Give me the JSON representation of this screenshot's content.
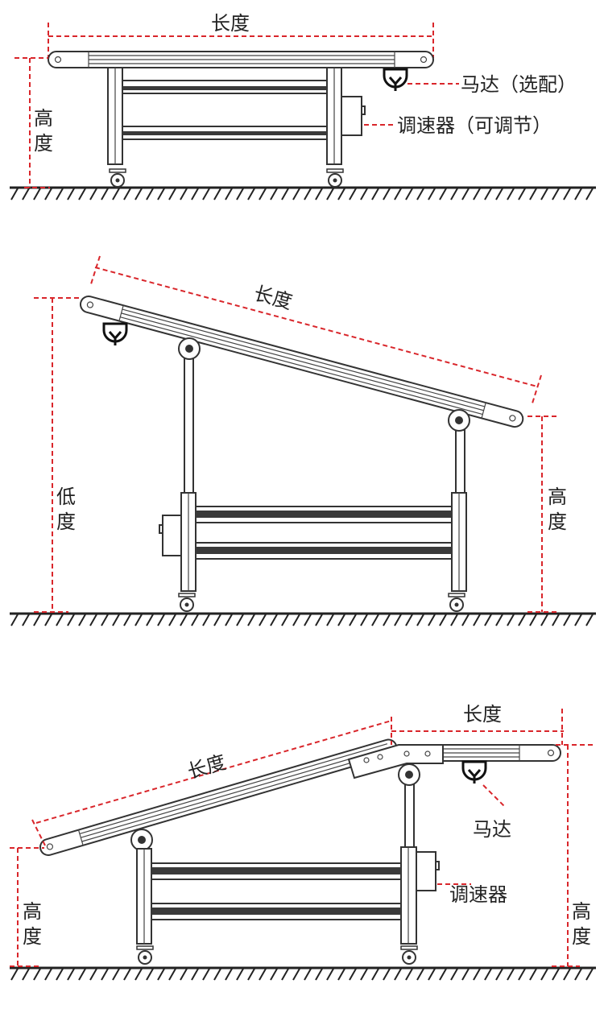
{
  "diagram_1": {
    "length_label": "长度",
    "motor_label": "马达（选配）",
    "controller_label": "调速器（可调节）",
    "height_label": [
      "高",
      "度"
    ]
  },
  "diagram_2": {
    "length_label": "长度",
    "low_label": [
      "低",
      "度"
    ],
    "height_label": [
      "高",
      "度"
    ]
  },
  "diagram_3": {
    "incline_length_label": "长度",
    "flat_length_label": "长度",
    "motor_label": "马达",
    "controller_label": "调速器",
    "left_height_label": [
      "高",
      "度"
    ],
    "right_height_label": [
      "高",
      "度"
    ]
  },
  "colors": {
    "dimension": "#d9262b",
    "line": "#333333"
  }
}
